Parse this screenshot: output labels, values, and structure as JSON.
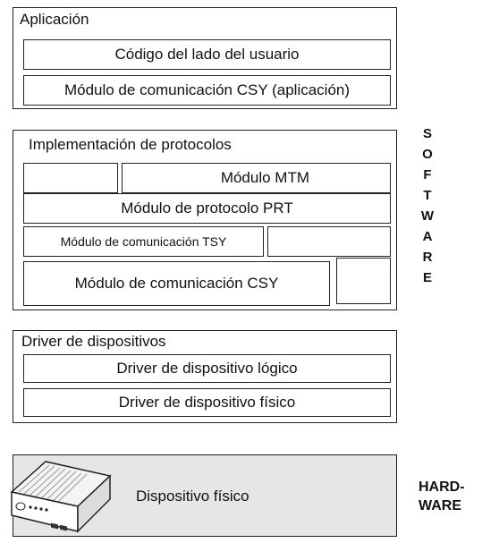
{
  "application": {
    "title": "Aplicación",
    "user_code": "Código del lado del usuario",
    "csy_app": "Módulo de comunicación CSY (aplicación)"
  },
  "protocols": {
    "title": "Implementación de protocolos",
    "mtm": "Módulo MTM",
    "prt": "Módulo de protocolo PRT",
    "tsy": "Módulo de comunicación TSY",
    "csy": "Módulo de comunicación CSY"
  },
  "drivers": {
    "title": "Driver de dispositivos",
    "logical": "Driver de dispositivo lógico",
    "physical": "Driver de dispositivo físico"
  },
  "software_label": [
    "S",
    "O",
    "F",
    "T",
    "W",
    "A",
    "R",
    "E"
  ],
  "hardware": {
    "device": "Dispositivo físico",
    "label_line1": "HARD-",
    "label_line2": "WARE"
  }
}
